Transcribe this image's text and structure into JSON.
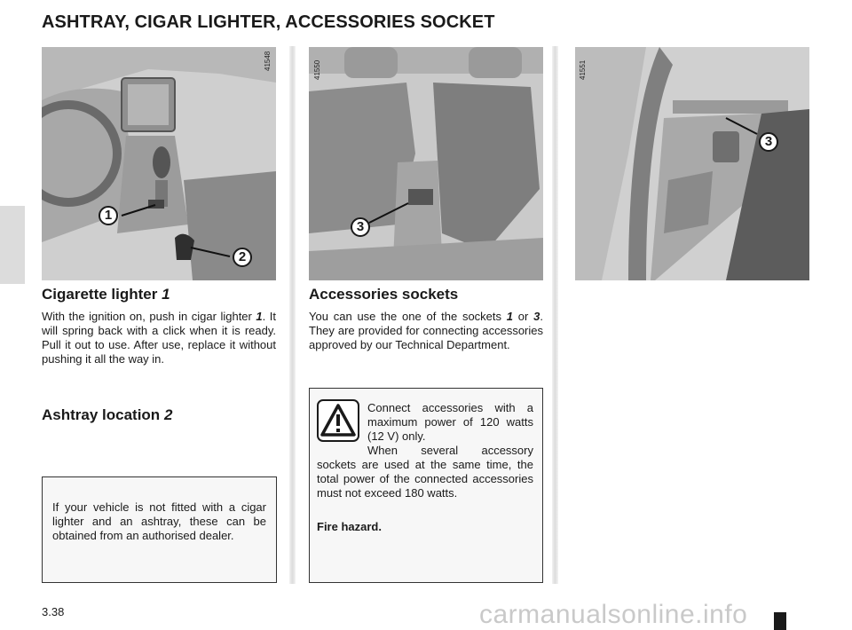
{
  "page": {
    "title": "ASHTRAY, CIGAR LIGHTER, ACCESSORIES SOCKET",
    "page_number": "3.38",
    "watermark": "carmanualsonline.info"
  },
  "photos": [
    {
      "ref": "41548",
      "callouts": [
        "1",
        "2"
      ]
    },
    {
      "ref": "41550",
      "callouts": [
        "3"
      ]
    },
    {
      "ref": "41551",
      "callouts": [
        "3"
      ]
    }
  ],
  "lighter": {
    "heading": "Cigarette lighter",
    "heading_num": "1",
    "text_1": "With the ignition on, push in cigar lighter ",
    "text_num": "1",
    "text_2": ". It will spring back with a click when it is ready. Pull it out to use. After use, replace it without pushing it all the way in."
  },
  "ashtray": {
    "heading": "Ashtray location",
    "heading_num": "2"
  },
  "note_box": {
    "text": "If your vehicle is not fitted with a cigar lighter and an ashtray, these can be obtained from an authorised dealer."
  },
  "sockets": {
    "heading": "Accessories sockets",
    "text_1": "You can use the one of the sockets ",
    "num_a": "1",
    "text_2": " or ",
    "num_b": "3",
    "text_3": ". They are provided for connecting accessories approved by our Technical Department."
  },
  "warning": {
    "icon": "warning-triangle-icon",
    "text_1": "Connect accessories with a maximum power of 120 watts (12 V) only.",
    "text_2": "When several accessory sockets are used at the same time, the total power of the connected accessories must not exceed 180 watts.",
    "text_3": "Fire hazard."
  }
}
